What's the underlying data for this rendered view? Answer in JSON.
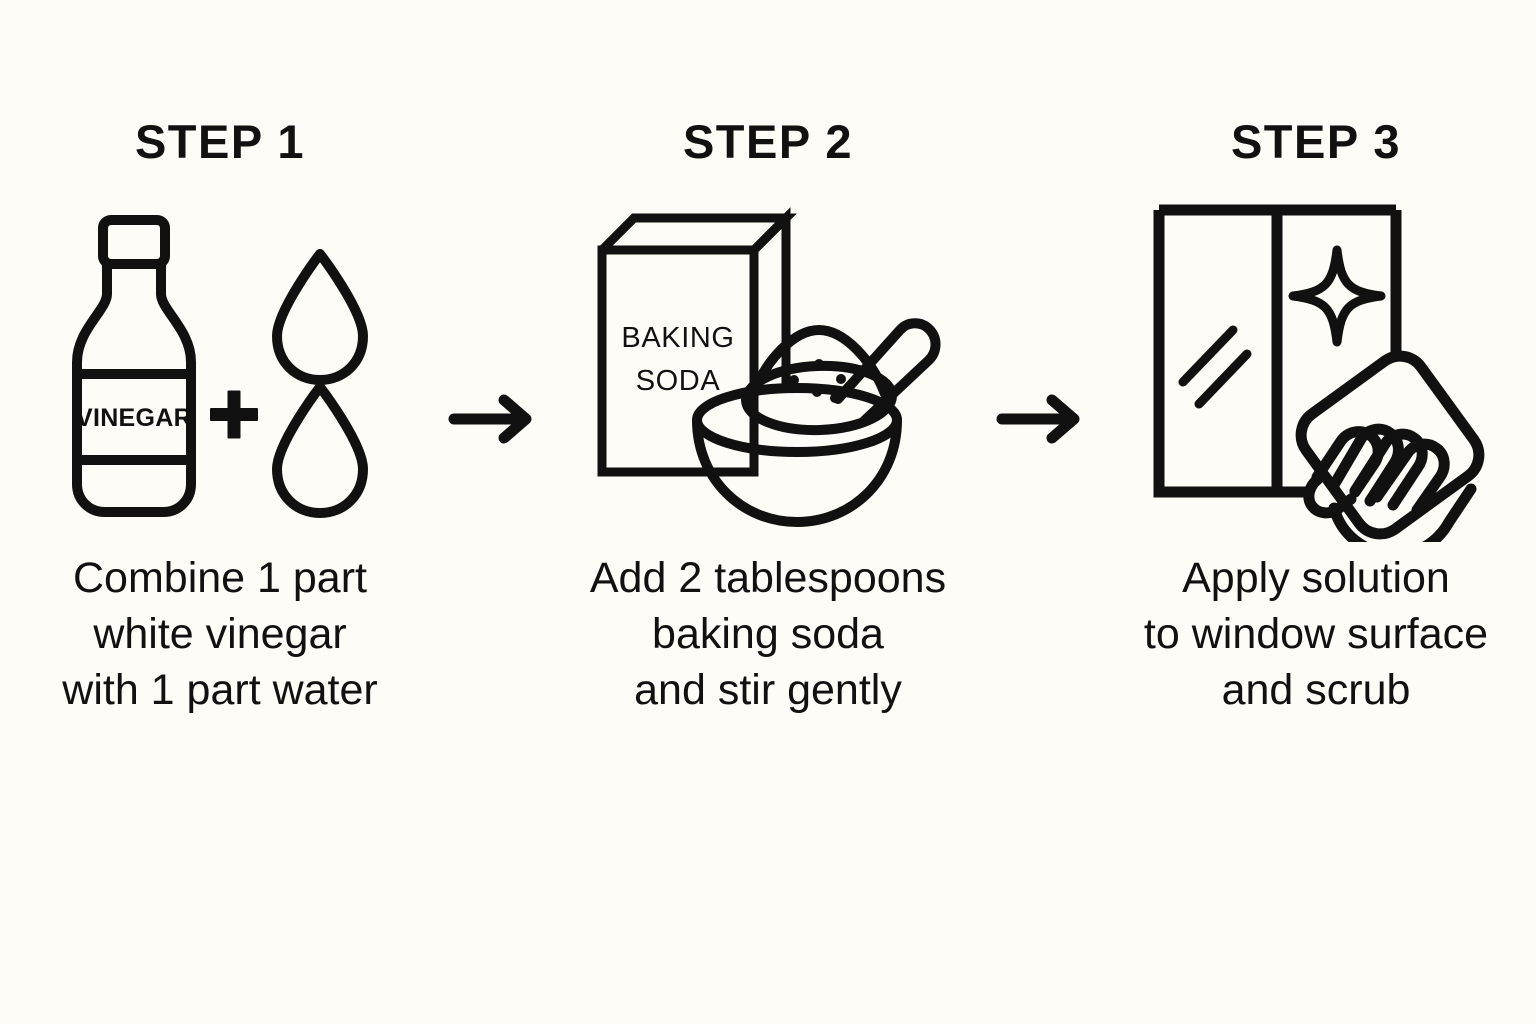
{
  "page": {
    "background_color": "#fdfcf7",
    "ink_color": "#111111",
    "title": "DIY Window Cleaner Steps"
  },
  "steps": [
    {
      "heading": "STEP 1",
      "caption": "Combine 1 part\nwhite vinegar\nwith 1 part water",
      "icon_name": "vinegar-bottle-plus-water-drops-icon",
      "icon_parts": [
        "vinegar-bottle-icon",
        "plus-sign-icon",
        "water-drop-icon",
        "water-drop-icon"
      ],
      "bottle_label": "VINEGAR"
    },
    {
      "heading": "STEP 2",
      "caption": "Add 2 tablespoons\nbaking soda\nand stir gently",
      "icon_name": "baking-soda-box-bowl-spoon-icon",
      "icon_parts": [
        "baking-soda-box-icon",
        "mixing-bowl-icon",
        "spoon-with-powder-icon"
      ],
      "box_label_line1": "BAKING",
      "box_label_line2": "SODA"
    },
    {
      "heading": "STEP 3",
      "caption": "Apply solution\nto window surface\nand scrub",
      "icon_name": "window-cleaning-hand-cloth-icon",
      "icon_parts": [
        "window-frame-icon",
        "sparkle-icon",
        "shine-lines-icon",
        "cloth-icon",
        "hand-icon"
      ]
    }
  ],
  "connectors": [
    {
      "name": "arrow-step1-to-step2",
      "glyph": "right-arrow-icon"
    },
    {
      "name": "arrow-step2-to-step3",
      "glyph": "right-arrow-icon"
    }
  ]
}
